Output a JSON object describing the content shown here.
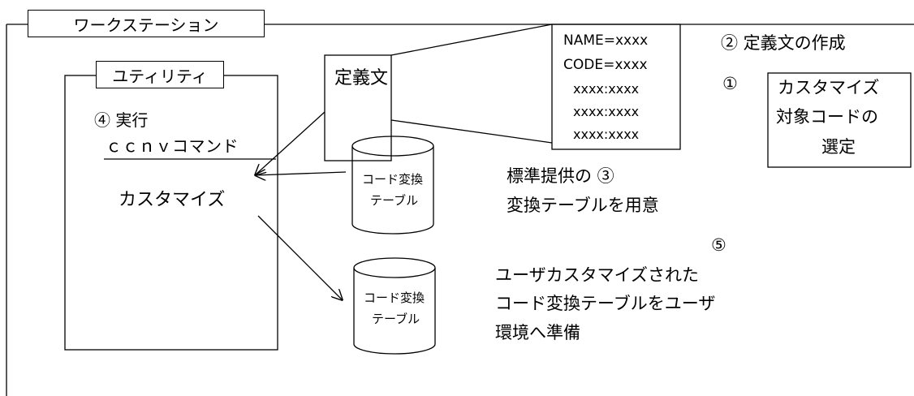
{
  "workstation": {
    "label": "ワークステーション"
  },
  "utility": {
    "label": "ユティリティ",
    "step4": "④ 実行",
    "command": "ｃｃｎｖコマンド",
    "customize": "カスタマイズ"
  },
  "definition": {
    "label": "定義文",
    "lines": [
      "NAME=xxxx",
      "CODE=xxxx",
      "xxxx:xxxx",
      "xxxx:xxxx",
      "xxxx:xxxx"
    ]
  },
  "steps": {
    "step2": "② 定義文の作成",
    "step1_marker": "①",
    "step1_box": [
      "カスタマイズ",
      "対象コードの",
      "選定"
    ],
    "step3": [
      "標準提供の ③",
      "変換テーブルを用意"
    ],
    "step5_marker": "⑤",
    "step5": [
      "ユーザカスタマイズされた",
      "コード変換テーブルをユーザ",
      "環境へ準備"
    ]
  },
  "db_standard": {
    "lines": [
      "コード変換",
      "テーブル"
    ]
  },
  "db_user": {
    "lines": [
      "コード変換",
      "テーブル"
    ]
  }
}
